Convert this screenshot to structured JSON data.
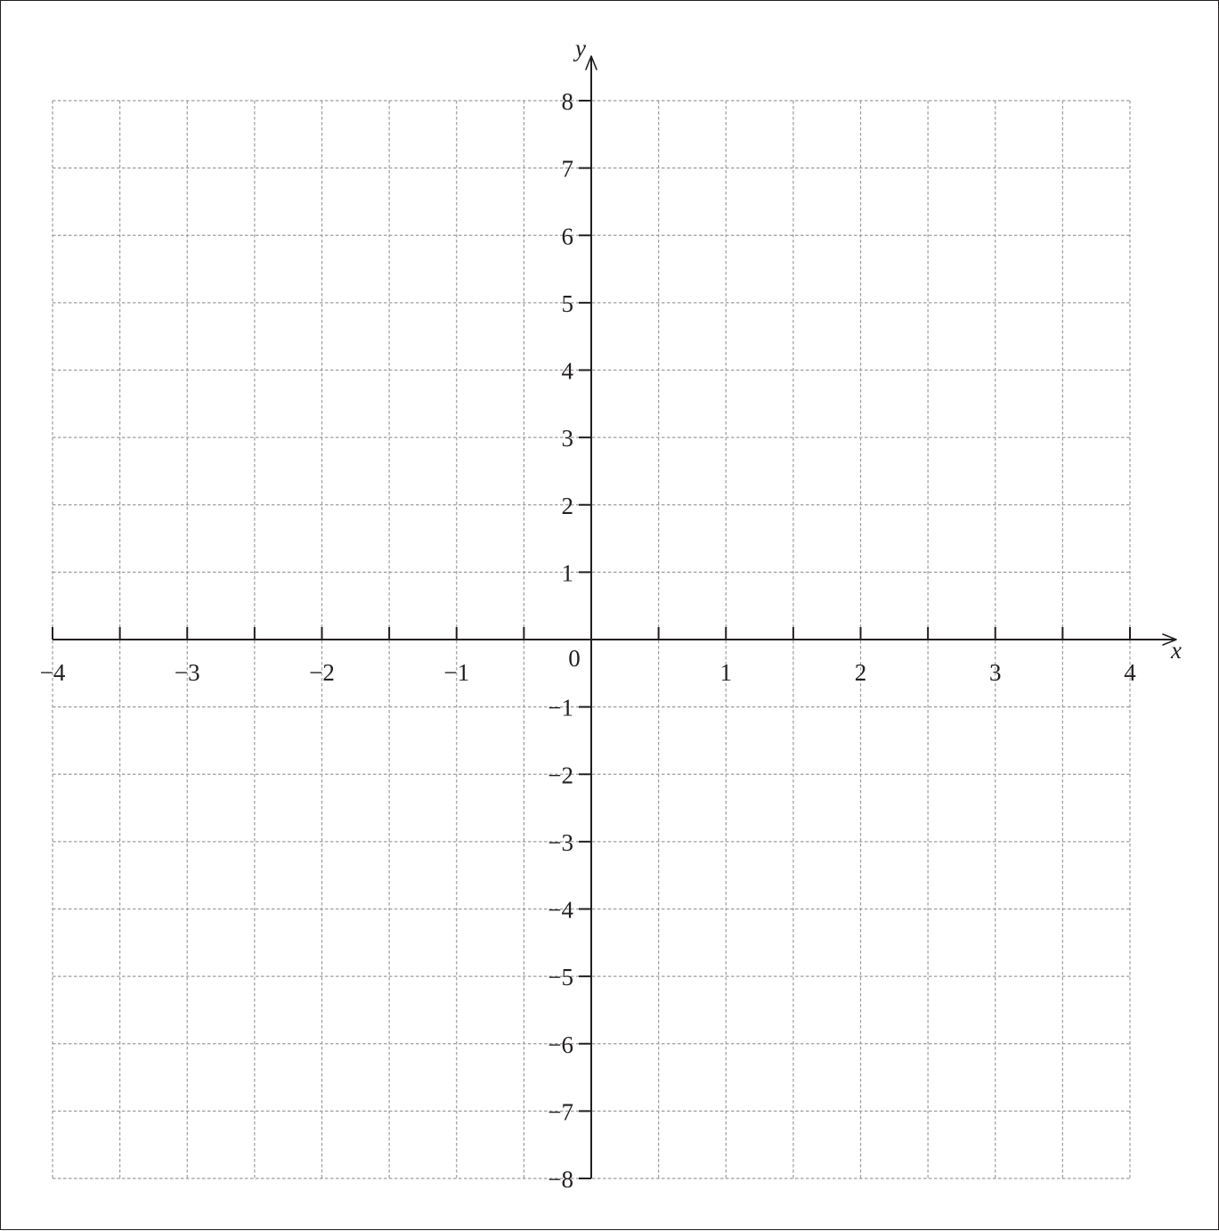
{
  "chart_data": {
    "type": "blank-coordinate-grid",
    "x_axis": {
      "name": "x",
      "range": [
        -4,
        4
      ],
      "gridline_step": 0.5,
      "tick_labels": [
        {
          "value": -4,
          "text": "−4"
        },
        {
          "value": -3,
          "text": "−3"
        },
        {
          "value": -2,
          "text": "−2"
        },
        {
          "value": -1,
          "text": "−1"
        },
        {
          "value": 1,
          "text": "1"
        },
        {
          "value": 2,
          "text": "2"
        },
        {
          "value": 3,
          "text": "3"
        },
        {
          "value": 4,
          "text": "4"
        }
      ]
    },
    "y_axis": {
      "name": "y",
      "range": [
        -8,
        8
      ],
      "gridline_step": 1,
      "tick_labels": [
        {
          "value": 8,
          "text": "8"
        },
        {
          "value": 7,
          "text": "7"
        },
        {
          "value": 6,
          "text": "6"
        },
        {
          "value": 5,
          "text": "5"
        },
        {
          "value": 4,
          "text": "4"
        },
        {
          "value": 3,
          "text": "3"
        },
        {
          "value": 2,
          "text": "2"
        },
        {
          "value": 1,
          "text": "1"
        },
        {
          "value": -1,
          "text": "−1"
        },
        {
          "value": -2,
          "text": "−2"
        },
        {
          "value": -3,
          "text": "−3"
        },
        {
          "value": -4,
          "text": "−4"
        },
        {
          "value": -5,
          "text": "−5"
        },
        {
          "value": -6,
          "text": "−6"
        },
        {
          "value": -7,
          "text": "−7"
        },
        {
          "value": -8,
          "text": "−8"
        }
      ]
    },
    "origin_label": "0",
    "grid": true,
    "grid_style": "dashed",
    "colors": {
      "axis": "#231f20",
      "grid": "#9d9d9c",
      "background": "#ffffff"
    }
  }
}
